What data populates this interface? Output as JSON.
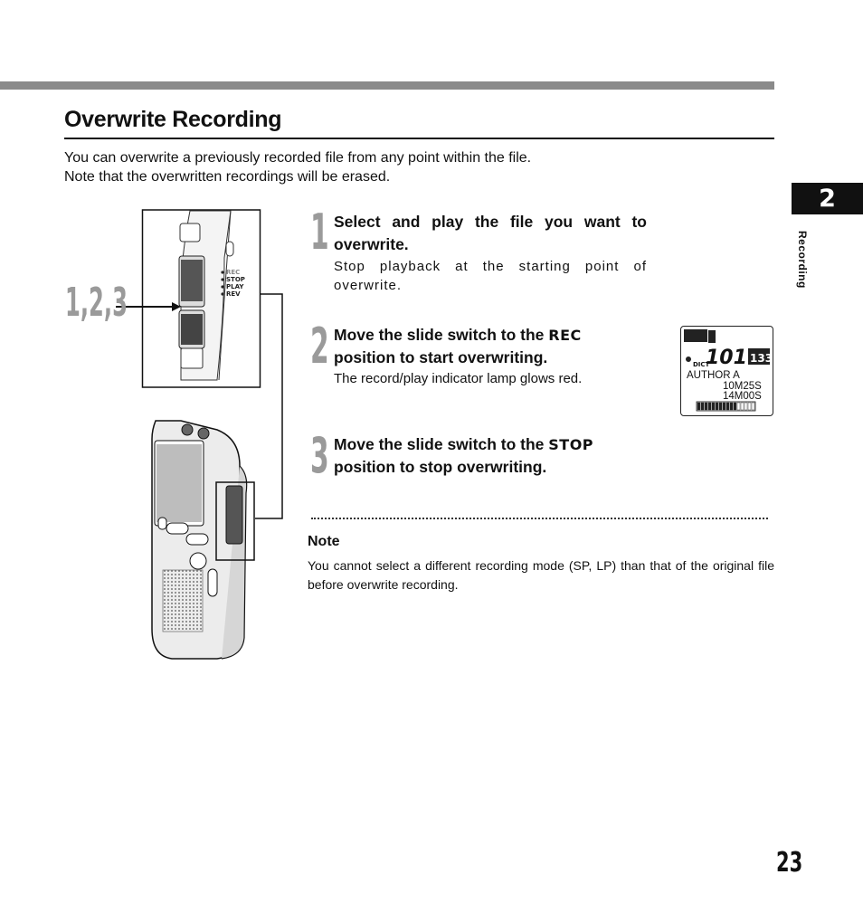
{
  "page": {
    "title": "Overwrite Recording",
    "intro_lines": [
      "You can overwrite a previously recorded file from any point within the file.",
      "Note that the overwritten recordings will be erased."
    ],
    "chapter_number": "2",
    "chapter_label": "Recording",
    "page_number": "23"
  },
  "figure": {
    "callout_label": "1,2,3",
    "switch_labels": [
      "REC",
      "STOP",
      "PLAY",
      "REV"
    ]
  },
  "steps": [
    {
      "number": "1",
      "heading": "Select and play the file you want to overwrite.",
      "body": "Stop playback at the starting point of overwrite."
    },
    {
      "number": "2",
      "heading_pre": "Move the slide switch to the ",
      "heading_keyword": "REC",
      "heading_post": "position  to start overwriting.",
      "body": "The record/play indicator lamp glows red."
    },
    {
      "number": "3",
      "heading_pre": "Move the slide switch to the ",
      "heading_keyword": "STOP",
      "heading_post": "position to stop overwriting."
    }
  ],
  "display": {
    "mode_label": "DICT",
    "file_number": "101",
    "total_files": "133",
    "author": "AUTHOR  A",
    "elapsed": "10M25S",
    "remaining": "14M00S",
    "level_fraction": 0.7
  },
  "note": {
    "heading": "Note",
    "body": "You cannot select a different recording mode (SP, LP) than that of the original file before overwrite recording."
  }
}
